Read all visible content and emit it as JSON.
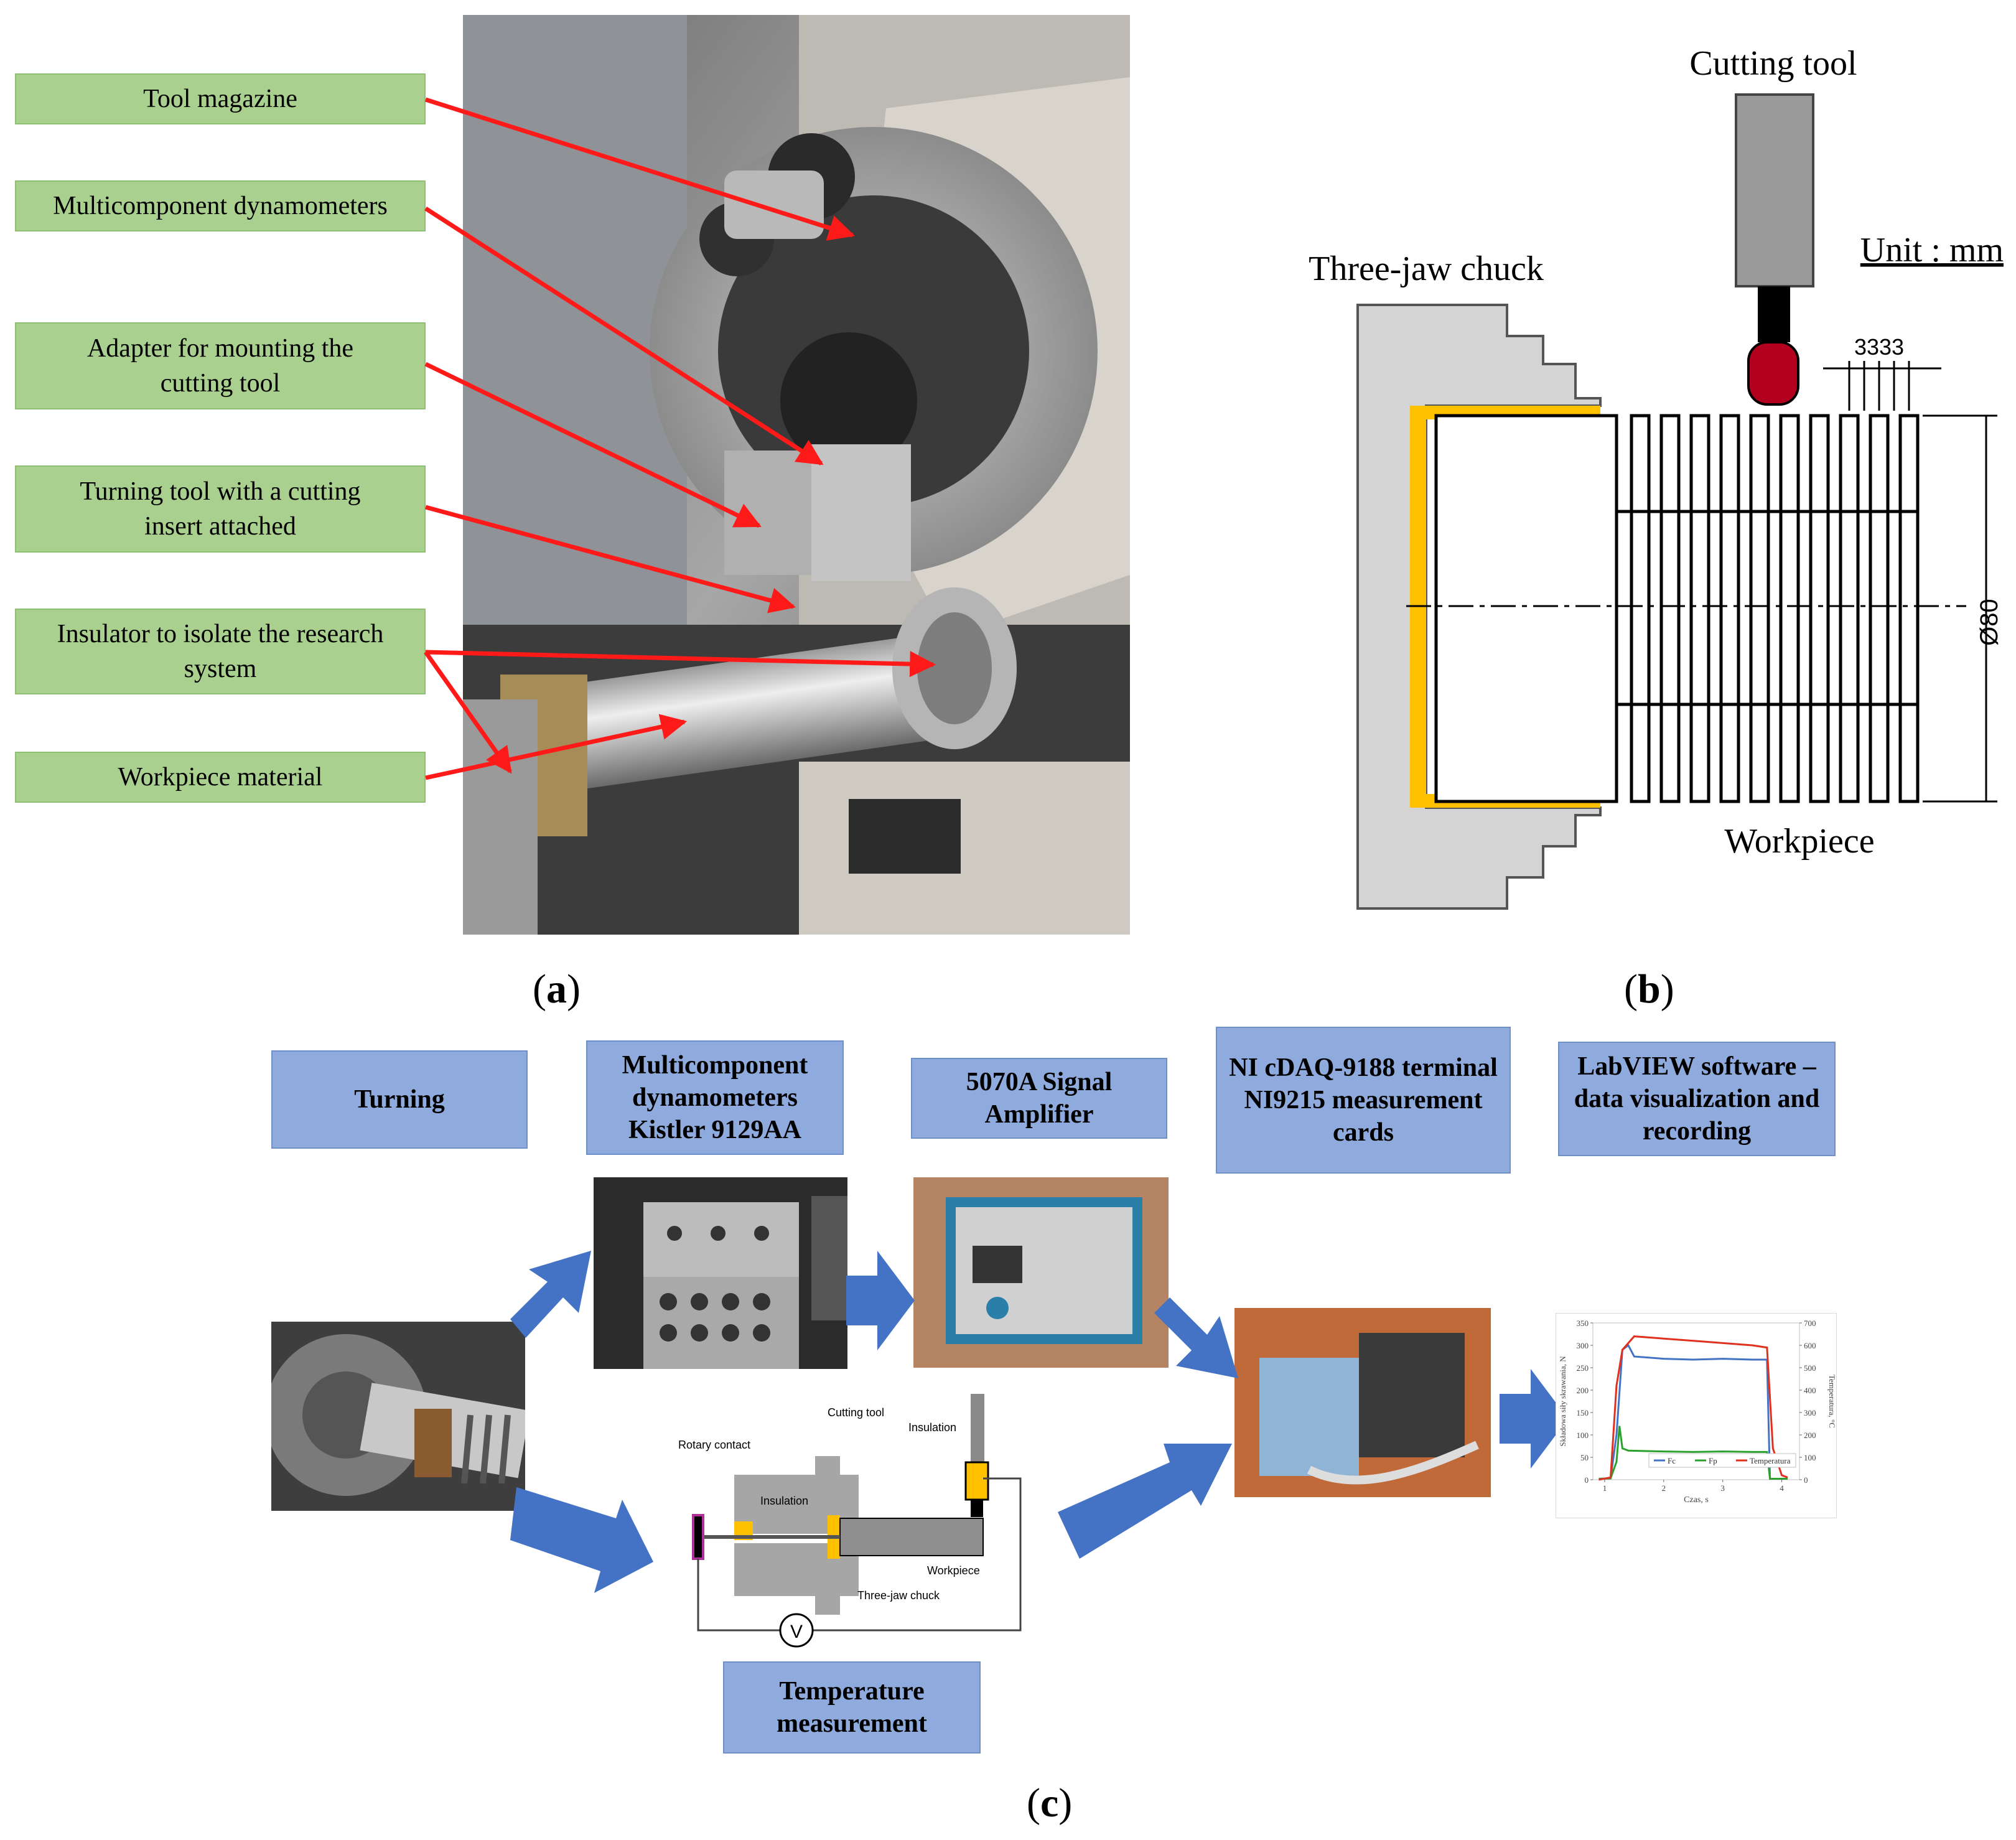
{
  "panel_a": {
    "labels": [
      "Tool magazine",
      "Multicomponent dynamometers",
      "Adapter for mounting the cutting tool",
      "Turning tool with a cutting insert attached",
      "Insulator to isolate the research system",
      "Workpiece material"
    ],
    "caption_letter": "a"
  },
  "panel_b": {
    "cutting_tool": "Cutting tool",
    "chuck": "Three-jaw chuck",
    "unit": "Unit : mm",
    "dims": "3333",
    "diameter": "Ø80",
    "workpiece": "Workpiece",
    "caption_letter": "b"
  },
  "panel_c": {
    "boxes": [
      "Turning",
      "Multicomponent dynamometers Kistler 9129AA",
      "5070A Signal Amplifier",
      "NI cDAQ-9188 terminal NI9215 measurement cards",
      "LabVIEW software – data visualization and recording",
      "Temperature measurement"
    ],
    "diagram": {
      "rotary_contact": "Rotary contact",
      "cutting_tool": "Cutting tool",
      "insulation_top": "Insulation",
      "insulation": "Insulation",
      "workpiece": "Workpiece",
      "chuck": "Three-jaw chuck",
      "voltmeter": "V"
    },
    "caption_letter": "c"
  },
  "chart_data": {
    "type": "line",
    "xlabel": "Czas, s",
    "ylabel": "Składowa siły skrawania, N",
    "y2label": "Temperatura, °C",
    "xlim": [
      0.8,
      4.3
    ],
    "xticks": [
      "1",
      "2",
      "3",
      "4"
    ],
    "ylim": [
      0,
      350
    ],
    "yticks": [
      "0",
      "50",
      "100",
      "150",
      "200",
      "250",
      "300",
      "350"
    ],
    "y2lim": [
      0,
      700
    ],
    "y2ticks": [
      "0",
      "100",
      "200",
      "300",
      "400",
      "500",
      "600",
      "700"
    ],
    "legend_position": "bottom-right",
    "series": [
      {
        "name": "Fc",
        "color": "#4472c4",
        "axis": "left",
        "x": [
          0.9,
          1.1,
          1.2,
          1.3,
          1.4,
          1.5,
          2.0,
          2.5,
          3.0,
          3.5,
          3.75,
          3.8,
          3.9,
          4.1
        ],
        "y": [
          2,
          3,
          100,
          290,
          300,
          275,
          270,
          268,
          270,
          268,
          268,
          2,
          2,
          2
        ]
      },
      {
        "name": "Fp",
        "color": "#2ca02c",
        "axis": "left",
        "x": [
          0.9,
          1.1,
          1.2,
          1.25,
          1.3,
          1.4,
          2.0,
          2.5,
          3.0,
          3.5,
          3.75,
          3.8,
          3.9,
          4.1
        ],
        "y": [
          2,
          3,
          40,
          120,
          70,
          65,
          63,
          62,
          63,
          62,
          62,
          2,
          2,
          2
        ]
      },
      {
        "name": "Temperatura",
        "color": "#e0301e",
        "axis": "right",
        "x": [
          0.9,
          1.1,
          1.2,
          1.3,
          1.5,
          2.0,
          2.5,
          3.0,
          3.5,
          3.75,
          3.85,
          4.0,
          4.1
        ],
        "y": [
          0,
          10,
          420,
          580,
          640,
          630,
          620,
          610,
          600,
          590,
          140,
          20,
          10
        ]
      }
    ]
  }
}
